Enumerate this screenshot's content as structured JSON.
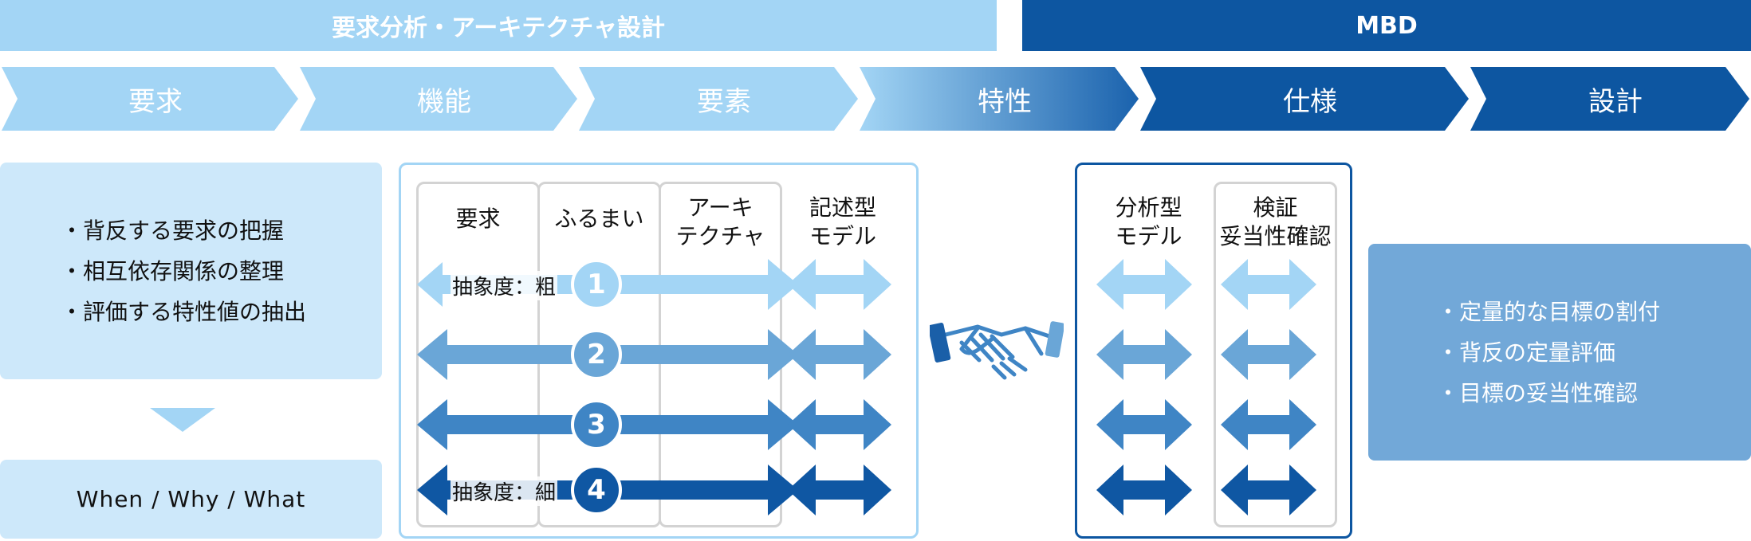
{
  "top_bands": {
    "left": "要求分析・アーキテクチャ設計",
    "right": "MBD"
  },
  "steps": [
    "要求",
    "機能",
    "要素",
    "特性",
    "仕様",
    "設計"
  ],
  "left_box": {
    "bullets": [
      "・背反する要求の把握",
      "・相互依存関係の整理",
      "・評価する特性値の抽出"
    ],
    "result": "When / Why / What"
  },
  "middle_panel": {
    "columns": [
      "要求",
      "ふるまい",
      "アーキ\nテクチャ",
      "記述型\nモデル"
    ],
    "rows": [
      "1",
      "2",
      "3",
      "4"
    ],
    "abstraction_rough": "抽象度：粗",
    "abstraction_fine": "抽象度：細"
  },
  "right_panel": {
    "columns": [
      "分析型\nモデル",
      "検証\n妥当性確認"
    ]
  },
  "right_box": {
    "bullets": [
      "・定量的な目標の割付",
      "・背反の定量評価",
      "・目標の妥当性確認"
    ]
  },
  "colors": {
    "row1": "#a3d5f5",
    "row2": "#6aa6d7",
    "row3": "#3f85c5",
    "row4": "#0f57a3",
    "band_light": "#a3d5f5",
    "band_dark": "#0d56a1"
  },
  "icons": [
    "handshake-icon",
    "down-triangle-icon"
  ]
}
